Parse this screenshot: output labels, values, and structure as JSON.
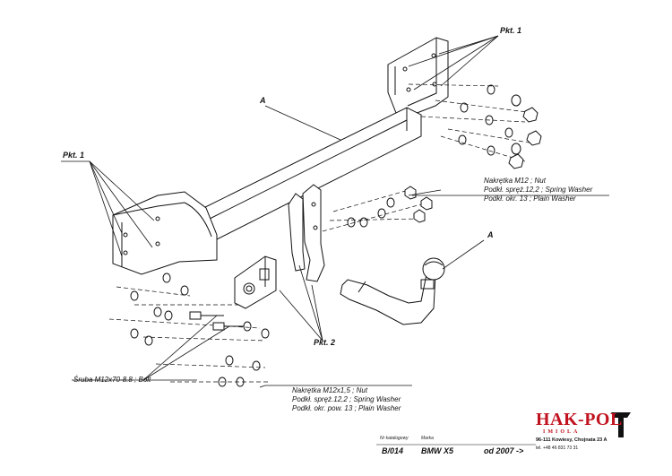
{
  "labels": {
    "pkt1_top": "Pkt. 1",
    "pkt1_left": "Pkt. 1",
    "pkt2": "Pkt. 2",
    "a_bar": "A",
    "a_ball": "A"
  },
  "notes_top": {
    "line1": "Nakrętka  M12 ; Nut",
    "line2": "Podkł. spręż.12,2 ; Spring Washer",
    "line3": "Podkł. okr. 13 ; Plain Washer"
  },
  "notes_bottom": {
    "line1": "Nakrętka  M12x1,5 ; Nut",
    "line2": "Podkł. spręż.12,2 ; Spring Washer",
    "line3": "Podkł. okr. pow. 13 ; Plain Washer"
  },
  "bolt_note": "Śruba M12x70-8.8 ;  Bolt",
  "footer": {
    "catalog_header": "Nr katalogowy",
    "catalog_value": "B/014",
    "make_header": "Marka",
    "make_value": "BMW X5",
    "year_value": "od 2007 ->"
  },
  "brand": {
    "name": "HAK-POL",
    "sub": "IMIOLA",
    "address": "96-111 Kowiesy, Chojnata 23 A",
    "phone": "tel. +48 46 831 73 31"
  },
  "colors": {
    "line": "#111111",
    "brand": "#c1121f",
    "background": "#ffffff"
  }
}
